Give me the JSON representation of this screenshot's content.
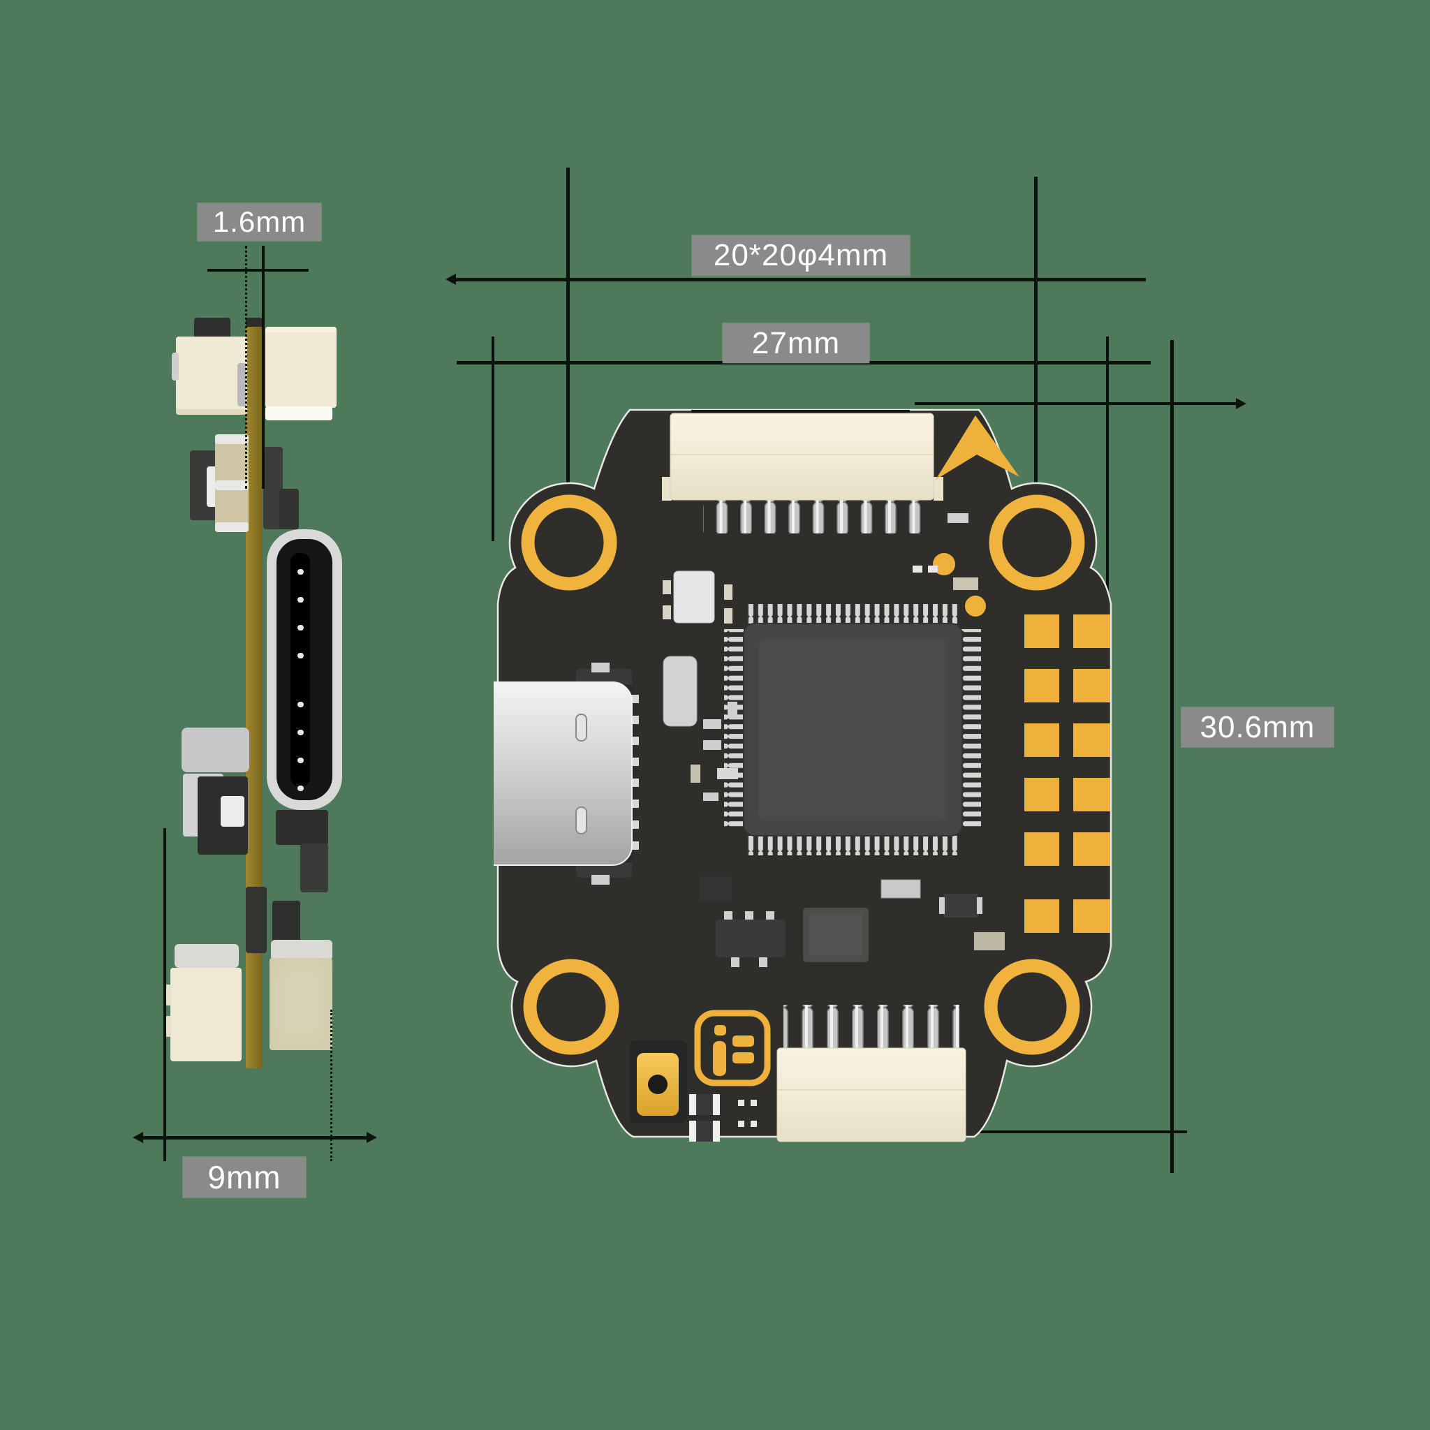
{
  "diagram": {
    "title": "flight controller board dimension diagram",
    "background_color": "#4e7a5b",
    "dimension_labels": {
      "pcb_thickness": "1.6mm",
      "side_width": "9mm",
      "mounting_pattern": "20*20φ4mm",
      "board_width": "27mm",
      "board_height": "30.6mm"
    },
    "colors": {
      "label_background": "#8a8a8a",
      "label_text": "#ffffff",
      "dimension_line": "#0c130d",
      "pcb_dark": "#2f2e2b",
      "gold": "#f0b43e",
      "connector_cream": "#f2ebd6",
      "usb_silver": "#d9d9d9",
      "pcb_edge_olive": "#8a7326"
    },
    "icons": {
      "orientation_arrow": "arrow-up-icon",
      "brand_logo": "iflight-logo-icon"
    }
  }
}
